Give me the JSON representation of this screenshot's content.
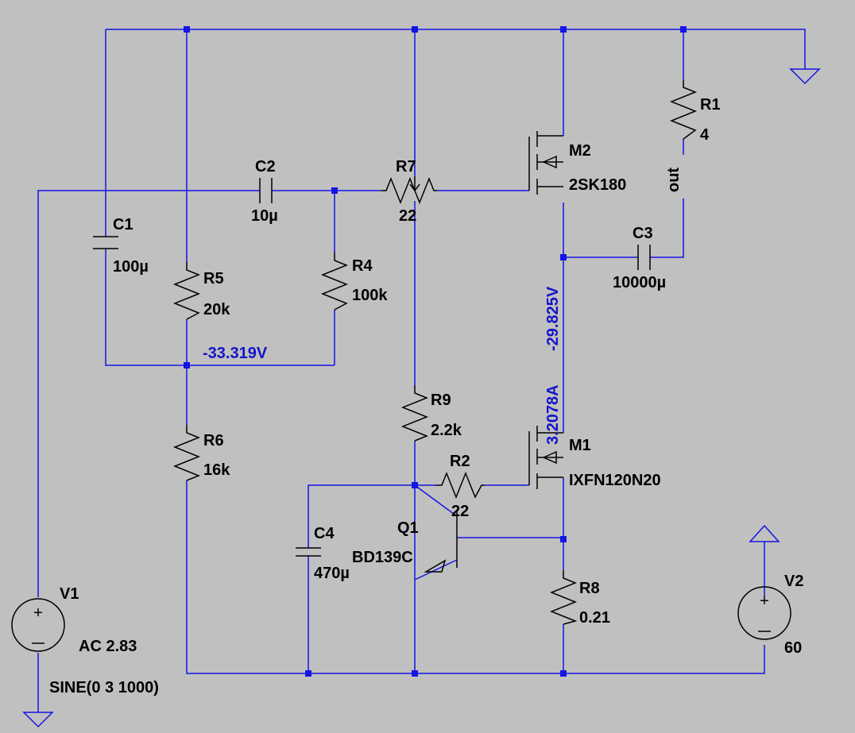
{
  "components": {
    "R1": {
      "name": "R1",
      "value": "4"
    },
    "R2": {
      "name": "R2",
      "value": "22"
    },
    "R4": {
      "name": "R4",
      "value": "100k"
    },
    "R5": {
      "name": "R5",
      "value": "20k"
    },
    "R6": {
      "name": "R6",
      "value": "16k"
    },
    "R7": {
      "name": "R7",
      "value": "22"
    },
    "R8": {
      "name": "R8",
      "value": "0.21"
    },
    "R9": {
      "name": "R9",
      "value": "2.2k"
    },
    "C1": {
      "name": "C1",
      "value": "100µ"
    },
    "C2": {
      "name": "C2",
      "value": "10µ"
    },
    "C3": {
      "name": "C3",
      "value": "10000µ"
    },
    "C4": {
      "name": "C4",
      "value": "470µ"
    },
    "M1": {
      "name": "M1",
      "value": "IXFN120N20"
    },
    "M2": {
      "name": "M2",
      "value": "2SK180"
    },
    "Q1": {
      "name": "Q1",
      "value": "BD139C"
    },
    "V1": {
      "name": "V1",
      "value": "AC 2.83",
      "value2": "SINE(0 3 1000)"
    },
    "V2": {
      "name": "V2",
      "value": "60"
    }
  },
  "net_labels": {
    "out": "out"
  },
  "annotations": {
    "node_v1": "-33.319V",
    "node_v2": "-29.825V",
    "current": "3.2078A"
  },
  "colors": {
    "background": "#c0c0c0",
    "wire": "#1414e6",
    "component": "#000000",
    "annotation": "#1414c8"
  }
}
